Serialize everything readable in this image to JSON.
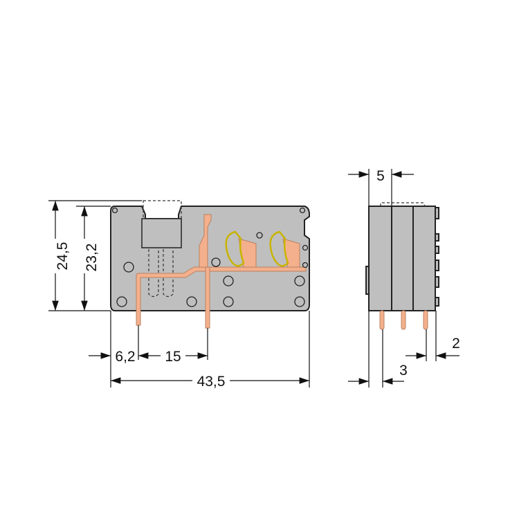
{
  "drawing": {
    "front_view": {
      "dimensions": {
        "overall_height": "24,5",
        "body_height": "23,2",
        "pin_offset": "6,2",
        "pin_pitch": "15",
        "overall_length": "43,5"
      }
    },
    "side_view": {
      "dimensions": {
        "pole_pitch": "5",
        "pin_offset": "3",
        "pin_end_offset": "2"
      }
    },
    "colors": {
      "housing": "#bfbfbf",
      "contact": "#f4b08c",
      "spring": "#c8b400"
    }
  }
}
